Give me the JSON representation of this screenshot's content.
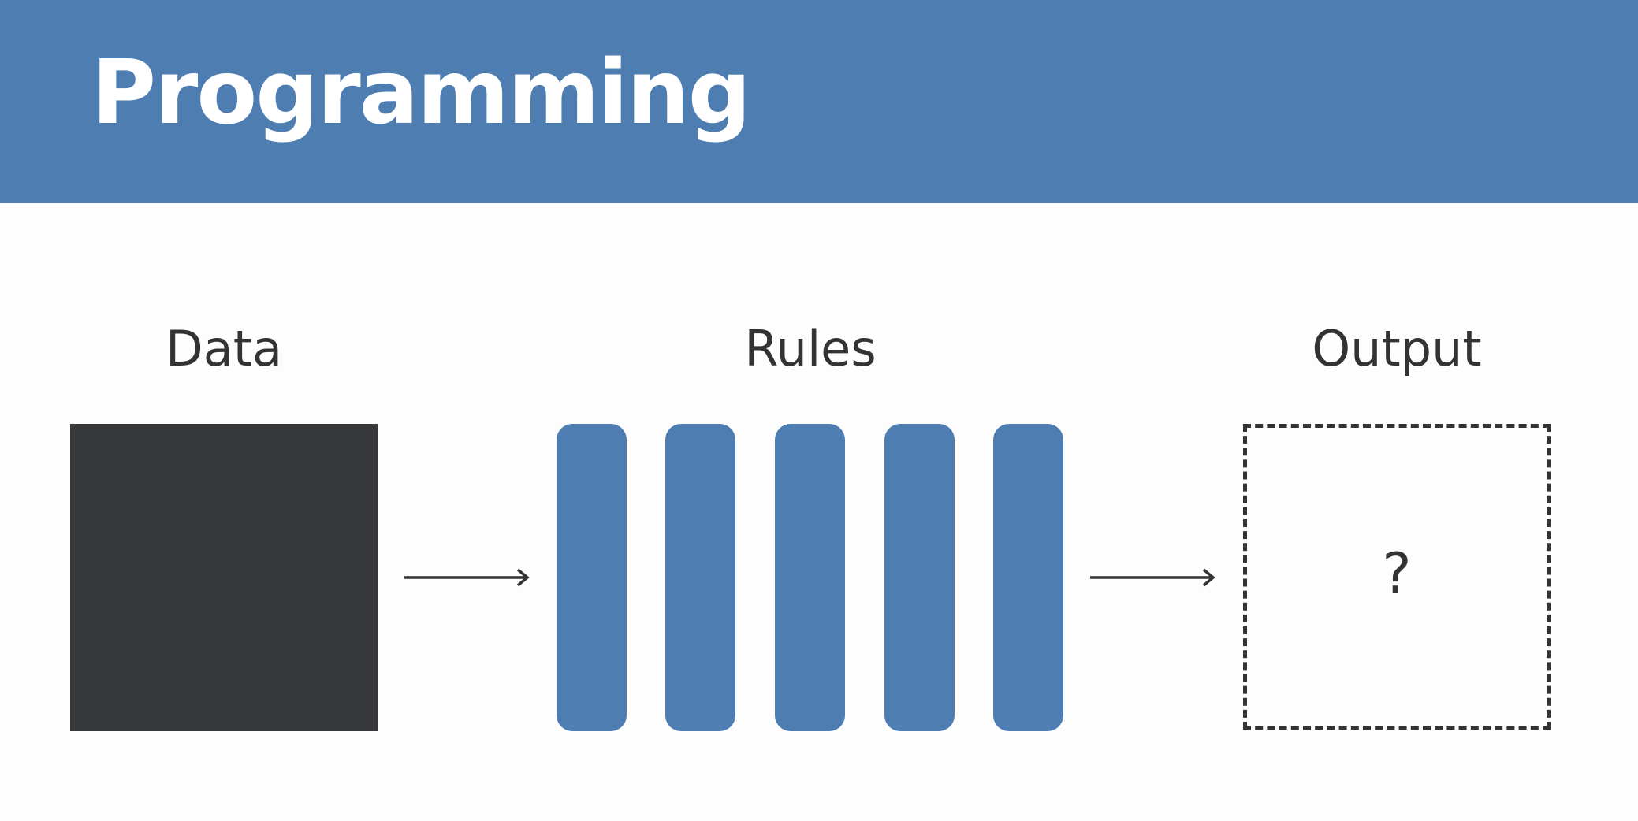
{
  "header": {
    "title": "Programming",
    "background_color": "#4e7db1"
  },
  "diagram": {
    "data_label": "Data",
    "rules_label": "Rules",
    "output_label": "Output",
    "output_value": "?",
    "rule_count": 5,
    "colors": {
      "data_block": "#373839",
      "rule_bar": "#4e7db1",
      "text": "#333333"
    }
  }
}
